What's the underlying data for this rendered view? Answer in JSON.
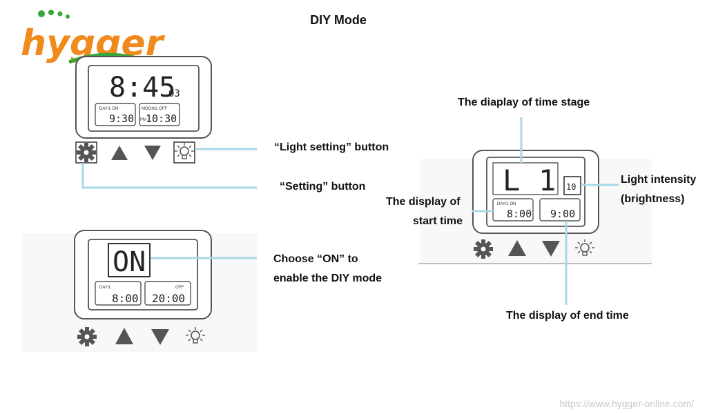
{
  "title": "DIY Mode",
  "logo": {
    "text": "hygger",
    "colors": {
      "orange": "#f08a1c",
      "green": "#3aa53a"
    }
  },
  "watermark": "https://www.hygger-online.com/",
  "colors": {
    "leader": "#a8d8e6",
    "device": "#555555",
    "text": "#111111"
  },
  "panel1": {
    "clock": "8:45",
    "day": "03",
    "left_tag": "DAY/L   ON",
    "left_time": "9:30",
    "right_tag": "MOON/L    OFF",
    "right_prefix": "PM",
    "right_time": "10:30"
  },
  "panel2": {
    "main": "ON",
    "left_tag": "DAY/L",
    "left_time": "8:00",
    "right_tag": "OFF",
    "right_time": "20:00"
  },
  "panel3": {
    "stage_letter": "L",
    "stage_number": "1",
    "intensity": "10",
    "left_tag": "DAY/L   ON",
    "left_time": "8:00",
    "right_time": "9:00"
  },
  "icons": [
    "gear-icon",
    "up-arrow-icon",
    "down-arrow-icon",
    "light-bulb-icon"
  ],
  "labels": {
    "light_setting": "“Light setting”  button",
    "setting": "“Setting”  button",
    "choose_on_1": "Choose  “ON”  to",
    "choose_on_2": "enable the DIY mode",
    "time_stage": "The diaplay of time stage",
    "light_intensity_1": "Light intensity",
    "light_intensity_2": "(brightness)",
    "start_time_1": "The display of",
    "start_time_2": "start time",
    "end_time": "The display of end time"
  }
}
